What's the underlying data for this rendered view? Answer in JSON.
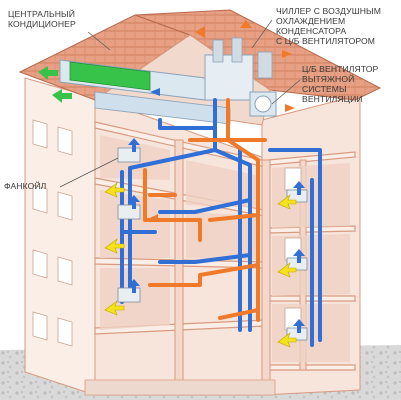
{
  "labels": {
    "central_ac_line1": "ЦЕНТРАЛЬНЫЙ",
    "central_ac_line2": "КОНДИЦИОНЕР",
    "chiller_line1": "ЧИЛЛЕР С ВОЗДУШНЫМ",
    "chiller_line2": "ОХЛАЖДЕНИЕМ",
    "chiller_line3": "КОНДЕНСАТОРА",
    "chiller_line4": "С Ц/Б ВЕНТИЛЯТОРОМ",
    "fan_line1": "Ц/Б ВЕНТИЛЯТОР",
    "fan_line2": "ВЫТЯЖНОЙ",
    "fan_line3": "СИСТЕМЫ",
    "fan_line4": "ВЕНТИЛЯЦИИ",
    "fancoil": "ФАНКОЙЛ"
  },
  "colors": {
    "wall": "#fbeee6",
    "wall_edge": "#d89a80",
    "roof": "#e7a083",
    "roof_dark": "#c97a5c",
    "pipe_blue": "#2f6fd6",
    "pipe_orange": "#f07a2a",
    "duct_green": "#37c24a",
    "duct_gray": "#cfe0ec",
    "ground": "#d6d6d6",
    "arrow_yellow": "#f4e21a"
  }
}
